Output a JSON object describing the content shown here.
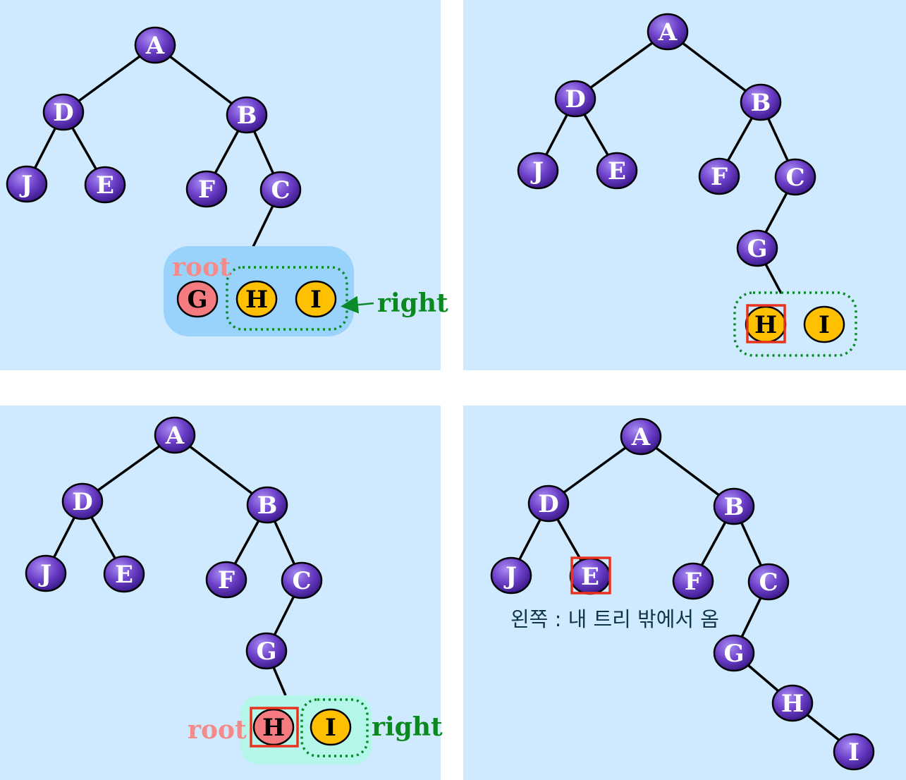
{
  "colors": {
    "panel_bg": "#cfeaff",
    "node_purple": "#6b3fc8",
    "node_root": "#f47c80",
    "node_yellow": "#ffc000",
    "group_blue": "#99d3fb",
    "group_aqua": "#b4f6ea",
    "dotted_green": "#0a8a2a",
    "highlight_red": "#e8321c",
    "root_text": "#f48a8a",
    "right_text": "#0a8a1e"
  },
  "nodes": {
    "A": "A",
    "B": "B",
    "C": "C",
    "D": "D",
    "E": "E",
    "F": "F",
    "G": "G",
    "H": "H",
    "I": "I",
    "J": "J"
  },
  "labels": {
    "root": "root",
    "right": "right",
    "note": "왼쪽 : 내 트리 밖에서 옴"
  }
}
